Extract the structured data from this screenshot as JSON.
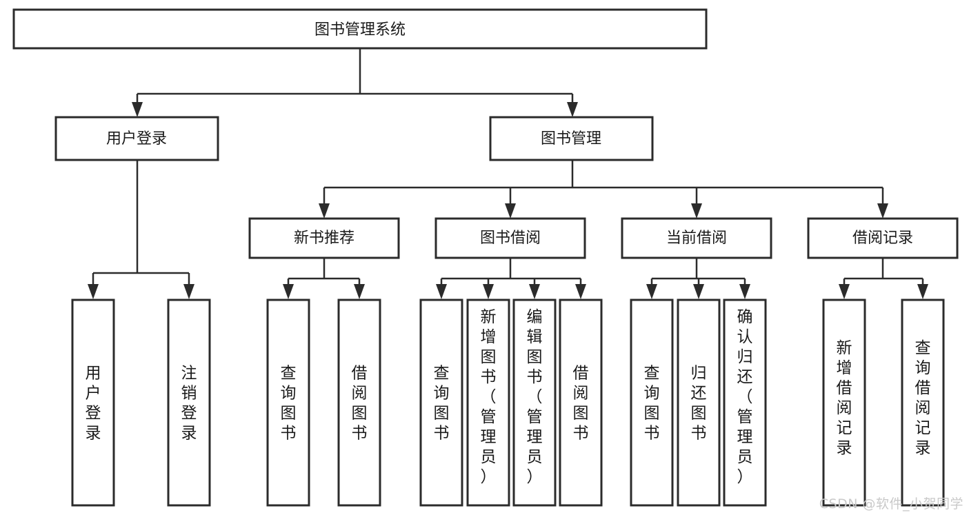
{
  "diagram": {
    "type": "tree",
    "title": "图书管理系统",
    "orientation": "top-down",
    "levels": 4
  },
  "root": {
    "label": "图书管理系统"
  },
  "level2": {
    "user_login": {
      "label": "用户登录"
    },
    "book_manage": {
      "label": "图书管理"
    }
  },
  "level3": {
    "new_book_rec": {
      "label": "新书推荐"
    },
    "book_borrow": {
      "label": "图书借阅"
    },
    "current_borrow": {
      "label": "当前借阅"
    },
    "borrow_record": {
      "label": "借阅记录"
    }
  },
  "leaves": {
    "user_login_children": [
      {
        "label": "用户登录"
      },
      {
        "label": "注销登录"
      }
    ],
    "new_book_rec_children": [
      {
        "label": "查询图书"
      },
      {
        "label": "借阅图书"
      }
    ],
    "book_borrow_children": [
      {
        "label": "查询图书"
      },
      {
        "label": "新增图书（管理员）"
      },
      {
        "label": "编辑图书（管理员）"
      },
      {
        "label": "借阅图书"
      }
    ],
    "current_borrow_children": [
      {
        "label": "查询图书"
      },
      {
        "label": "归还图书"
      },
      {
        "label": "确认归还（管理员）"
      }
    ],
    "borrow_record_children": [
      {
        "label": "新增借阅记录"
      },
      {
        "label": "查询借阅记录"
      }
    ]
  },
  "watermark": {
    "text": "CSDN @软件_小贺同学"
  },
  "colors": {
    "stroke": "#2b2b2b",
    "fill": "#ffffff",
    "text": "#1a1a1a",
    "watermark": "#c9c9c9"
  }
}
